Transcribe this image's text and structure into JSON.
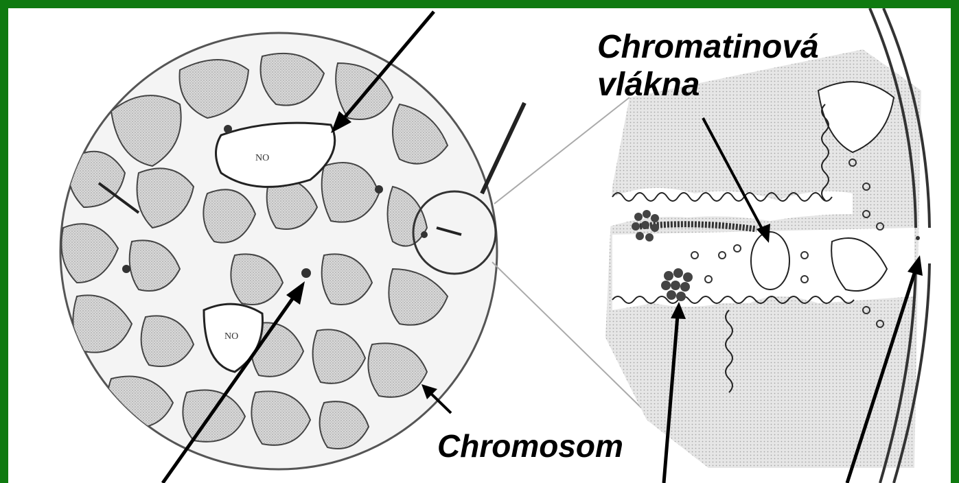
{
  "colors": {
    "frame": "#0f7a10",
    "background": "#ffffff",
    "ink": "#000000",
    "cell_fill": "#cfcfcf",
    "zoom_fill": "#d8d8d8"
  },
  "labels": {
    "chromatin_line1": "Chromatinová",
    "chromatin_line2": "vlákna",
    "chromosome": "Chromosom"
  },
  "nucleoli_labels": [
    "NO",
    "NO"
  ]
}
